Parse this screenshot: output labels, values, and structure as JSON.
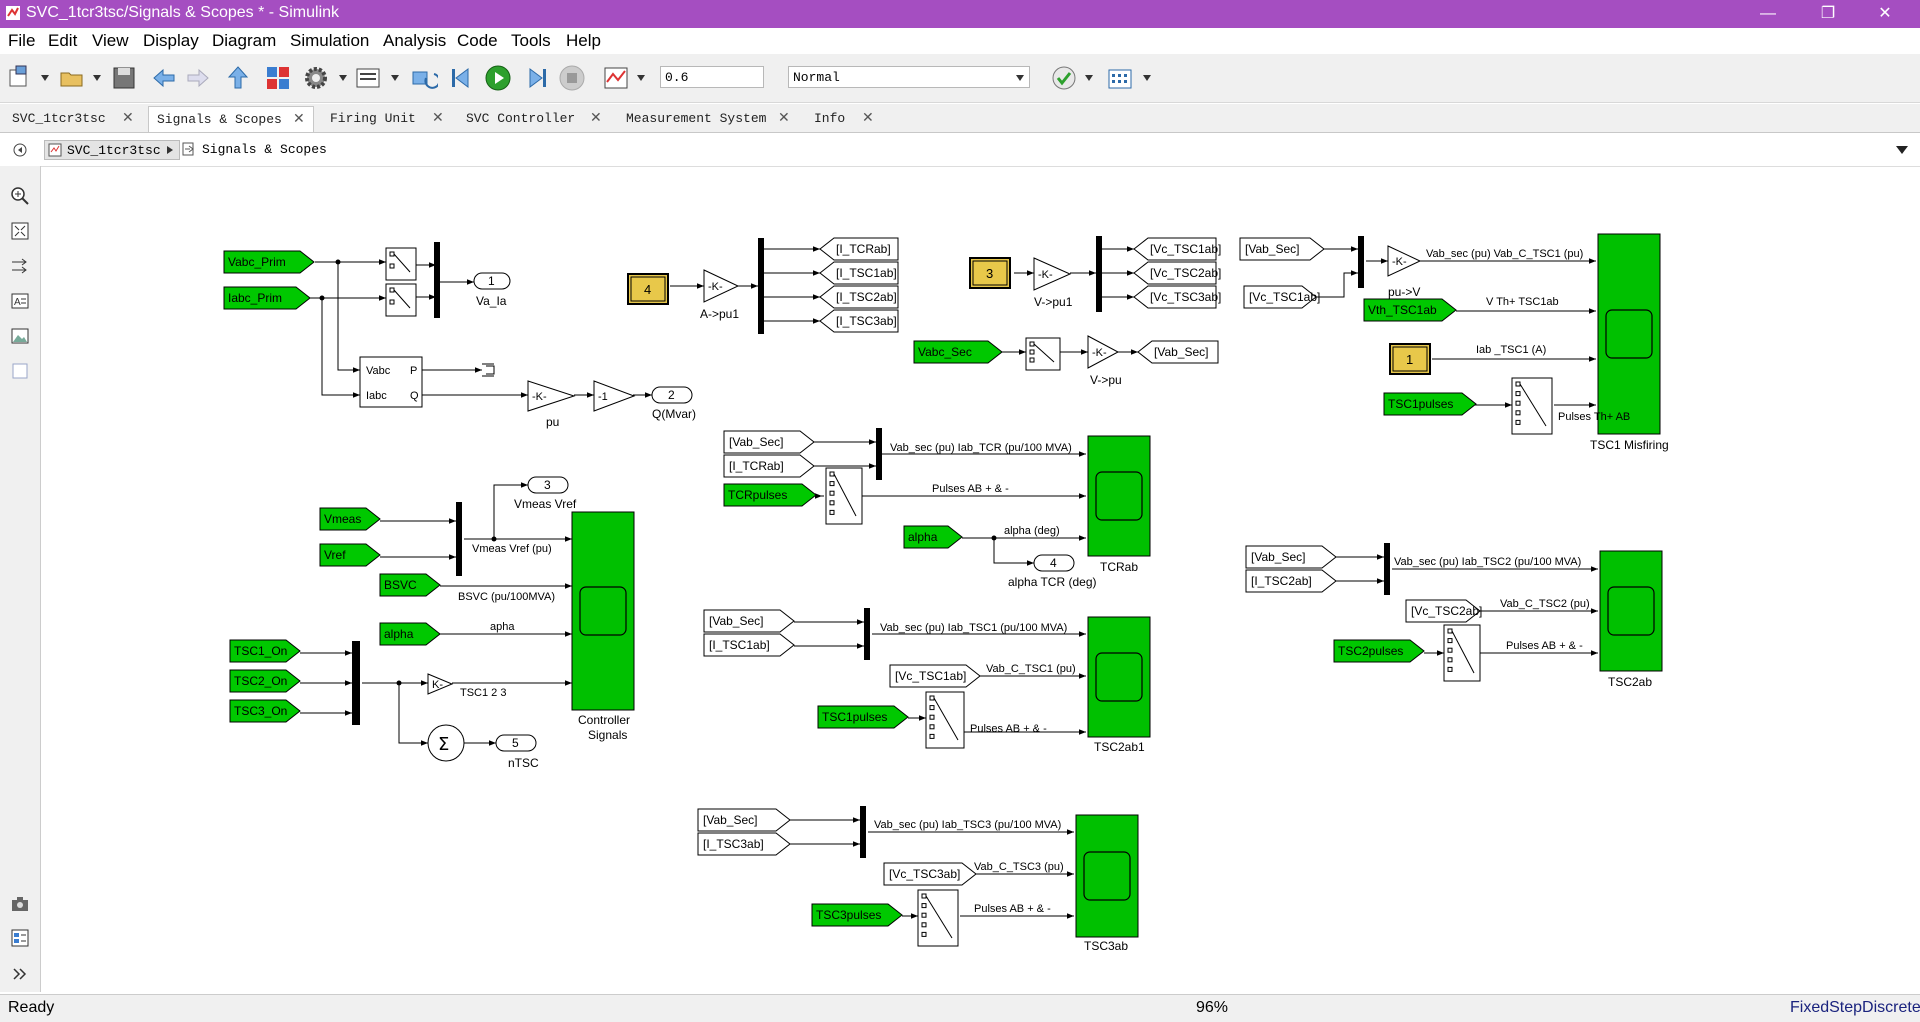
{
  "window": {
    "title": "SVC_1tcr3tsc/Signals & Scopes * - Simulink"
  },
  "menu": [
    "File",
    "Edit",
    "View",
    "Display",
    "Diagram",
    "Simulation",
    "Analysis",
    "Code",
    "Tools",
    "Help"
  ],
  "toolbar": {
    "stop_time": "0.6",
    "sim_mode": "Normal"
  },
  "tabs": [
    {
      "label": "SVC_1tcr3tsc",
      "active": false
    },
    {
      "label": "Signals & Scopes",
      "active": true
    },
    {
      "label": "Firing Unit",
      "active": false
    },
    {
      "label": "SVC Controller",
      "active": false
    },
    {
      "label": "Measurement System",
      "active": false
    },
    {
      "label": "Info",
      "active": false
    }
  ],
  "breadcrumb": [
    "SVC_1tcr3tsc",
    "Signals & Scopes"
  ],
  "status": {
    "left": "Ready",
    "zoom": "96%",
    "solver": "FixedStepDiscrete"
  },
  "colors": {
    "titlebar": "#a54ec1",
    "goto_green": "#00c800",
    "scope_green": "#00c000",
    "constant_yellow": "#e8c84a"
  },
  "diagram": {
    "from_green": [
      "Vabc_Prim",
      "Iabc_Prim",
      "Vabc_Sec",
      "Vth_TSC1ab",
      "TSC1pulses",
      "Vmeas",
      "Vref",
      "BSVC",
      "alpha",
      "TSC1_On",
      "TSC2_On",
      "TSC3_On",
      "TCRpulses",
      "alpha",
      "TSC1pulses",
      "TSC2pulses",
      "TSC3pulses"
    ],
    "goto_tags": [
      "[I_TCRab]",
      "[I_TSC1ab]",
      "[I_TSC2ab]",
      "[I_TSC3ab]",
      "[Vc_TSC1ab]",
      "[Vc_TSC2ab]",
      "[Vc_TSC3ab]",
      "[Vab_Sec]"
    ],
    "from_tags": [
      "[Vab_Sec]",
      "[Vc_TSC1ab]",
      "[Vab_Sec]",
      "[I_TCRab]",
      "[Vab_Sec]",
      "[I_TSC2ab]",
      "[Vc_TSC2ab]",
      "[Vab_Sec]",
      "[I_TSC1ab]",
      "[Vc_TSC1ab]",
      "[Vab_Sec]",
      "[I_TSC3ab]",
      "[Vc_TSC3ab]"
    ],
    "constants": [
      "4",
      "3",
      "1"
    ],
    "gains": [
      "-K-",
      "-K-",
      "-K-",
      "-K-",
      "-1",
      "K-"
    ],
    "outports": [
      {
        "num": "1",
        "name": "Va_Ia"
      },
      {
        "num": "2",
        "name": "Q(Mvar)"
      },
      {
        "num": "3",
        "name": "Vmeas Vref"
      },
      {
        "num": "4",
        "name": "alpha TCR (deg)"
      },
      {
        "num": "5",
        "name": "nTSC"
      }
    ],
    "block_names": [
      "A->pu1",
      "V->pu1",
      "V->pu",
      "pu->V",
      "pu",
      "TSC1 Misfiring",
      "TCRab",
      "TSC2ab",
      "TSC2ab1",
      "TSC3ab",
      "Controller Signals"
    ],
    "pq_ports": {
      "in1": "Vabc",
      "in2": "Iabc",
      "out1": "P",
      "out2": "Q"
    },
    "signal_labels": [
      "Vab_sec (pu)  Vab_C_TSC1 (pu)",
      "V Th+ TSC1ab",
      "Iab _TSC1 (A)",
      "Pulses Th+ AB",
      "Vab_sec (pu)  Iab_TCR (pu/100 MVA)",
      "Pulses AB + & -",
      "alpha (deg)",
      "Vmeas Vref (pu)",
      "BSVC (pu/100MVA)",
      "apha",
      "TSC1 2 3",
      "Vab_sec (pu)  Iab_TSC1 (pu/100 MVA)",
      "Vab_C_TSC1 (pu)",
      "Pulses AB + & -",
      "Vab_sec (pu)  Iab_TSC2 (pu/100 MVA)",
      "Vab_C_TSC2 (pu)",
      "Pulses AB + & -",
      "Vab_sec (pu)  Iab_TSC3 (pu/100 MVA)",
      "Vab_C_TSC3 (pu)",
      "Pulses AB + & -"
    ]
  }
}
